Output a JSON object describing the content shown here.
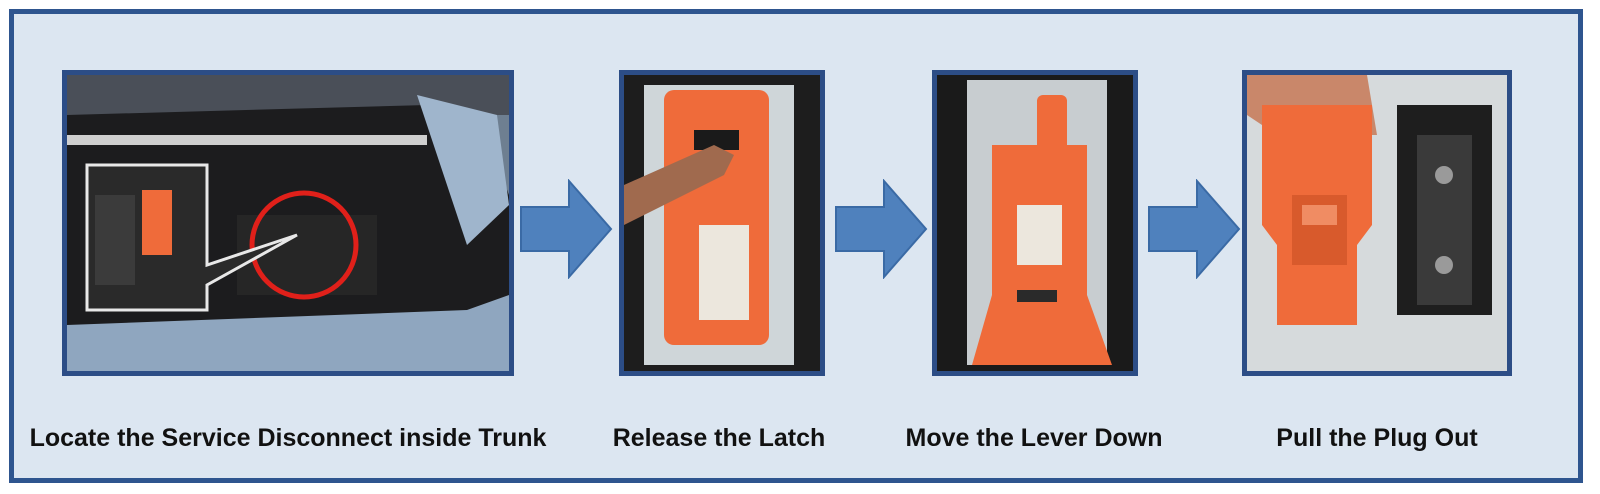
{
  "steps": [
    {
      "caption": "Locate the Service Disconnect inside Trunk"
    },
    {
      "caption": "Release the Latch"
    },
    {
      "caption": "Move the Lever Down"
    },
    {
      "caption": "Pull the Plug Out"
    }
  ],
  "colors": {
    "frame_border": "#2e558f",
    "frame_fill": "#dce6f1",
    "arrow": "#4f81bd",
    "plug_orange": "#ef6b3a",
    "highlight_circle": "#e0201a"
  }
}
